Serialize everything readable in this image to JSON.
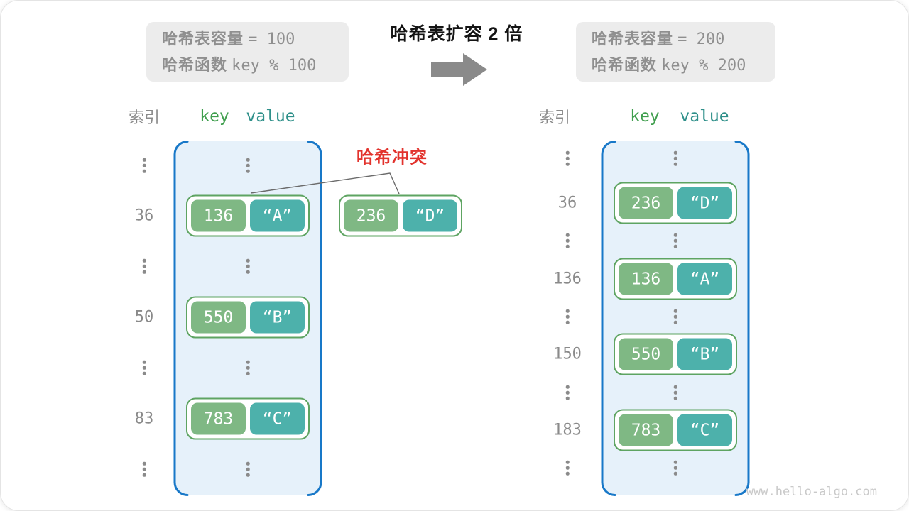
{
  "expand_header": {
    "title": "哈希表扩容 2 倍"
  },
  "info_left": {
    "line1": {
      "label": "哈希表容量",
      "code": "= 100"
    },
    "line2": {
      "label": "哈希函数",
      "code": "key % 100"
    }
  },
  "info_right": {
    "line1": {
      "label": "哈希表容量",
      "code": "= 200"
    },
    "line2": {
      "label": "哈希函数",
      "code": "key % 200"
    }
  },
  "collision": {
    "label": "哈希冲突",
    "pair": {
      "key": "236",
      "value": "“D”"
    }
  },
  "table_left": {
    "header": {
      "index": "索引",
      "key": "key",
      "value": "value"
    },
    "indexes": [
      "36",
      "50",
      "83"
    ],
    "pairs": [
      {
        "key": "136",
        "value": "“A”"
      },
      {
        "key": "550",
        "value": "“B”"
      },
      {
        "key": "783",
        "value": "“C”"
      }
    ]
  },
  "table_right": {
    "header": {
      "index": "索引",
      "key": "key",
      "value": "value"
    },
    "indexes": [
      "36",
      "136",
      "150",
      "183"
    ],
    "pairs": [
      {
        "key": "236",
        "value": "“D”"
      },
      {
        "key": "136",
        "value": "“A”"
      },
      {
        "key": "550",
        "value": "“B”"
      },
      {
        "key": "783",
        "value": "“C”"
      }
    ]
  },
  "icons": {
    "expand_arrow": "right-arrow",
    "ellipsis": "vertical-dots"
  },
  "colors": {
    "table_border_blue": "#1878c8",
    "table_fill_blue": "#e6f1fa",
    "pair_border_green": "#5ea462",
    "key_green": "#7fb884",
    "value_teal": "#4db1ab",
    "header_key_green": "#3f9e4d",
    "header_value_teal": "#2f908a",
    "collision_red": "#e2332d",
    "gray_text": "#8a8a8a",
    "arrow_gray": "#8a8a8a",
    "info_box_bg": "#ececec"
  },
  "watermark": "www.hello-algo.com"
}
